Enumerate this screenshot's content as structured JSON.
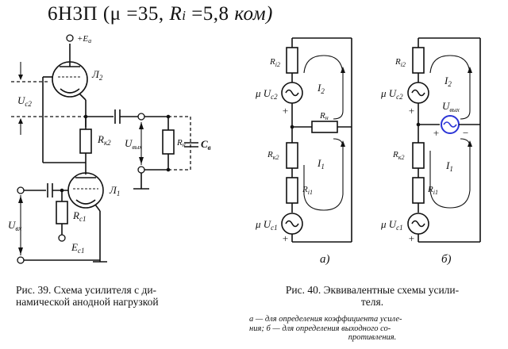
{
  "title": {
    "tube": "6Н3П",
    "params": "(μ =35,",
    "ri_symbol": "R",
    "ri_sub": "i",
    "ri_value": "=5,8",
    "unit": "ком)"
  },
  "fig39": {
    "labels": {
      "plus_ea": "+E",
      "ea_sub": "a",
      "l2": "Л",
      "l2_sub": "2",
      "uc2": "U",
      "uc2_sub": "c2",
      "rk2": "R",
      "rk2_sub": "к2",
      "uvyx": "U",
      "uvyx_sub": "вых",
      "rn": "R",
      "rn_sub": "н",
      "cv": "C",
      "cv_sub": "в",
      "l1": "Л",
      "l1_sub": "1",
      "rc1": "R",
      "rc1_sub": "c1",
      "ec1": "E",
      "ec1_sub": "c1",
      "uvx": "U",
      "uvx_sub": "вх"
    },
    "caption": [
      "Рис. 39. Схема усилителя с ди-",
      "намической анодной нагрузкой"
    ]
  },
  "fig40": {
    "left": {
      "ri2": "R",
      "ri2_sub": "i2",
      "mu_uc2": "μ U",
      "mu_uc2_sub": "c2",
      "i2": "I",
      "i2_sub": "2",
      "rn": "R",
      "rn_sub": "н",
      "rk2": "R",
      "rk2_sub": "к2",
      "i1": "I",
      "i1_sub": "1",
      "ri1": "R",
      "ri1_sub": "i1",
      "mu_uc1": "μ U",
      "mu_uc1_sub": "c1",
      "plus": "+",
      "letter": "а)"
    },
    "right": {
      "ri2": "R",
      "ri2_sub": "i2",
      "mu_uc2": "μ U",
      "mu_uc2_sub": "c2",
      "i2": "I",
      "i2_sub": "2",
      "uvyx": "U",
      "uvyx_sub": "вых",
      "rk2": "R",
      "rk2_sub": "к2",
      "i1": "I",
      "i1_sub": "1",
      "ri1": "R",
      "ri1_sub": "i1",
      "mu_uc1": "μ U",
      "mu_uc1_sub": "c1",
      "plus": "+",
      "minus": "−",
      "letter": "б)"
    },
    "caption": [
      "Рис. 40. Эквивалентные схемы усили-",
      "теля."
    ],
    "subcaption": [
      "а — для определения коэффициента усиле-",
      "ния;  б — для  определения  выходного  со-",
      "противления."
    ]
  },
  "colors": {
    "ink": "#111111",
    "highlight": "#2b34d6"
  }
}
